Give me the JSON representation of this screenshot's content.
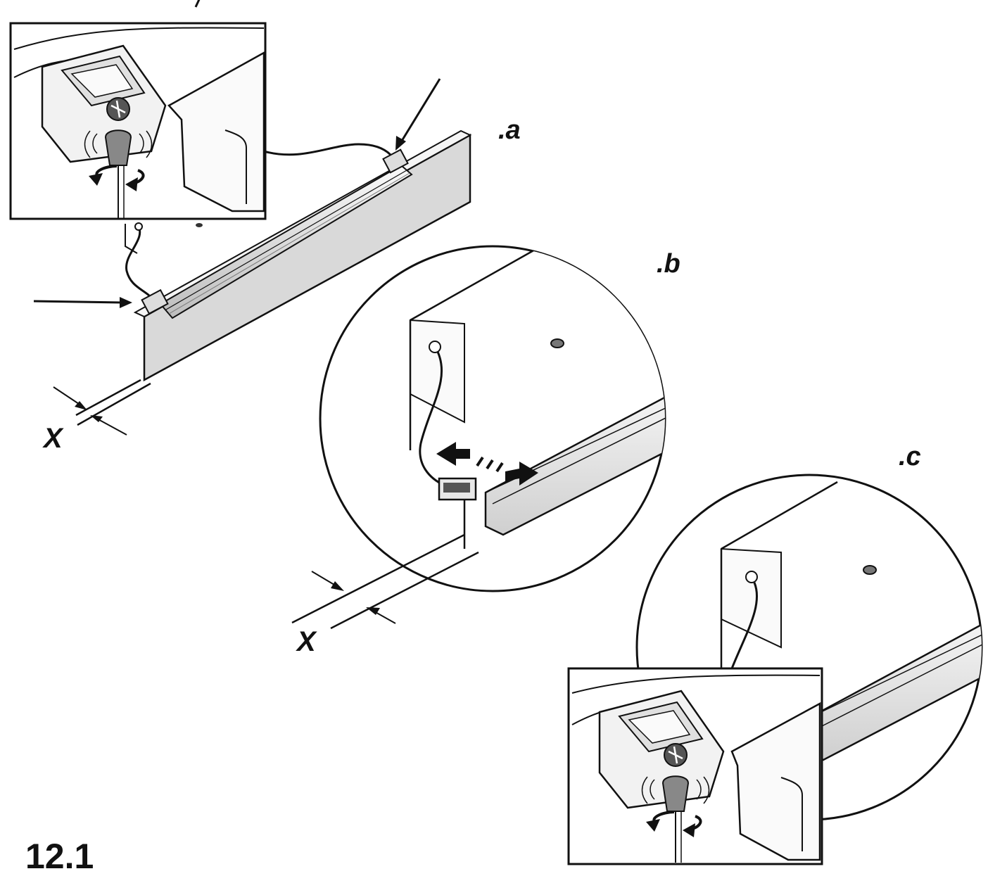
{
  "labels": {
    "step_a": ".a",
    "step_b": ".b",
    "step_c": ".c",
    "dimension_x_1": "X",
    "dimension_x_2": "X",
    "figure_number": "12.1"
  },
  "colors": {
    "ink": "#111111",
    "panel_fill": "#e6e6e6",
    "panel_shade": "#d2d2d2",
    "part_fill": "#f2f2f2",
    "dark": "#333333"
  },
  "icons": [
    "rotate-arrow-icon",
    "vibration-icon",
    "push-arrow-icon",
    "pointer-arrow-icon"
  ]
}
